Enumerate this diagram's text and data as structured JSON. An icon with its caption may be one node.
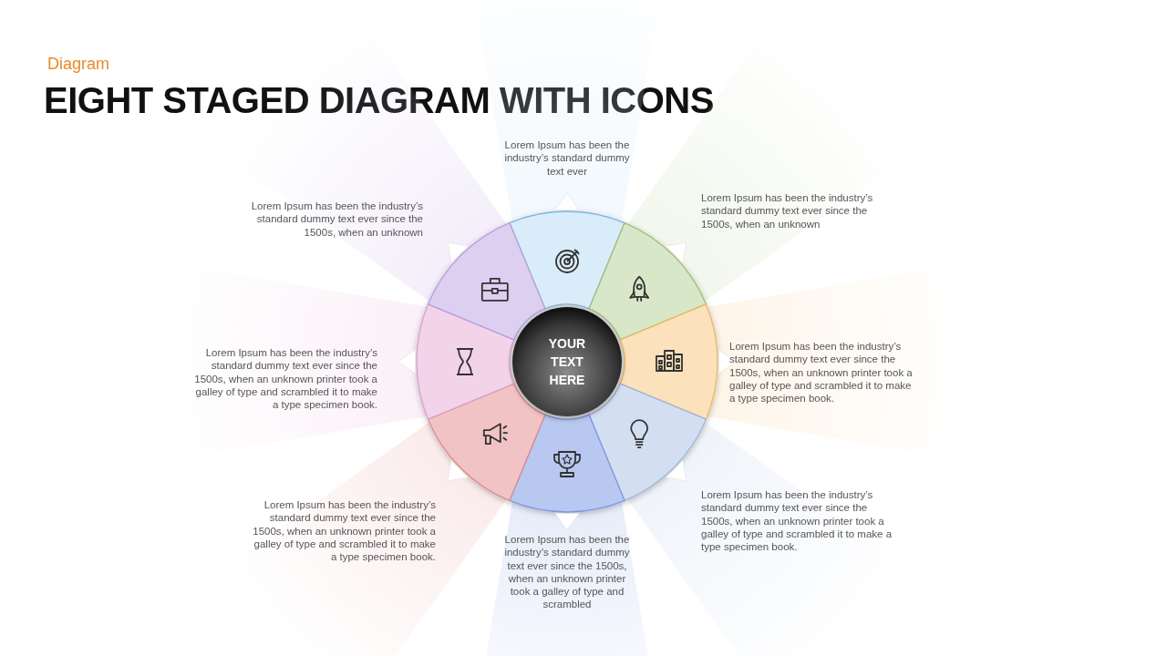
{
  "diagram": {
    "title": "EIGHT STAGED DIAGRAM WITH ICONS",
    "nodes": [
      {
        "text": [
          "YOUR TEXT HERE"
        ]
      },
      {
        "text": [],
        "shape": "wedge",
        "beside": [
          "Lorem Ipsum has been the industry’s standard dummy text ever"
        ]
      },
      {
        "text": [],
        "shape": "wedge",
        "beside": [
          "Lorem Ipsum has been the industry’s standard dummy text ever since the 1500s, when an unknown"
        ]
      },
      {
        "text": [],
        "shape": "wedge",
        "beside": [
          "Lorem Ipsum has been the industry’s standard dummy text ever since the 1500s, when an unknown printer took a galley of type and scrambled it to make a type specimen book."
        ]
      },
      {
        "text": [],
        "shape": "wedge",
        "beside": [
          "Lorem Ipsum has been the industry’s standard dummy text ever since the 1500s, when an unknown printer took a galley of type and scrambled it to make a type specimen book."
        ]
      },
      {
        "text": [],
        "shape": "wedge",
        "beside": [
          "Lorem Ipsum has been the industry’s standard dummy text ever since the 1500s, when an unknown printer took a galley of type and scrambled"
        ]
      },
      {
        "text": [],
        "shape": "wedge",
        "beside": [
          "Lorem Ipsum has been the industry’s standard dummy text ever since the 1500s, when an unknown printer took a galley of type and scrambled it to make a type specimen book."
        ]
      },
      {
        "text": [],
        "shape": "wedge",
        "beside": [
          "Lorem Ipsum has been the industry’s standard dummy text ever since the 1500s, when an unknown printer took a galley of type and scrambled it to make a type specimen book."
        ]
      },
      {
        "text": [],
        "shape": "wedge",
        "beside": [
          "Lorem Ipsum has been the industry’s standard dummy text ever since the 1500s, when an unknown"
        ]
      }
    ],
    "labels": [
      "Diagram"
    ]
  }
}
